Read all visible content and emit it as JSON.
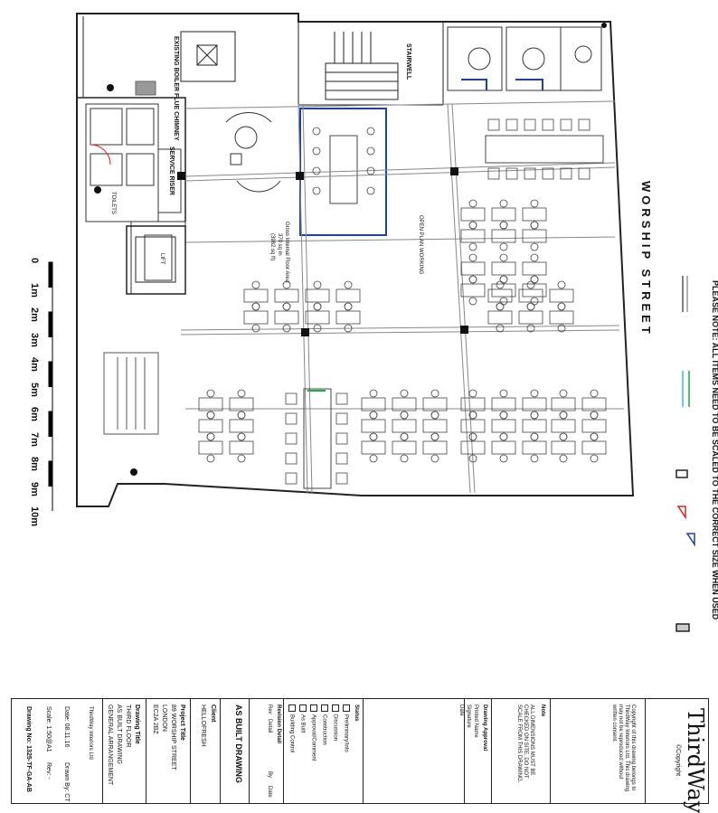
{
  "street_name": "WORSHIP STREET",
  "scale_note": "PLEASE NOTE: ALL ITEMS NEED TO BE SCALED TO THE CORRECT SIZE WHEN USED",
  "rooms": {
    "chimney": "EXISTING BOILER FLUE CHIMNEY",
    "stairwell": "STAIRWELL",
    "service_riser": "SERVICE RISER",
    "toilets": "TOILETS",
    "open_plan": "OPEN PLAN WORKING",
    "gross_area": "Gross Internal Floor Area:",
    "gross_area_value": "370 sq m",
    "gross_area_value2": "(3982 sq ft)",
    "lift": "LIFT"
  },
  "scale_bar": {
    "labels": [
      "0",
      "1m",
      "2m",
      "3m",
      "4m",
      "5m",
      "6m",
      "7m",
      "8m",
      "9m",
      "10m"
    ]
  },
  "title_block": {
    "logo": "ThirdWay",
    "copyright": "©Copyright",
    "notes_heading": "Note",
    "copyright_text": "Copyright of this drawing belongs to ThirdWay Interiors Ltd. This drawing may not be reproduced without written consent.",
    "dimension_note": "ALL DIMENSIONS MUST BE CHECKED ON SITE. DO NOT SCALE FROM THIS DRAWING.",
    "drawing_approval": "Drawing Approval",
    "approval_fields": [
      "Printed Name",
      "Signature",
      "Date"
    ],
    "status_heading": "Status",
    "status_options": [
      "Preliminary/Info",
      "Discussion",
      "Construction",
      "Approval/Comment",
      "As Built",
      "Building Control"
    ],
    "revision_heading": "Revision Detail",
    "revision_cols": [
      "Rev",
      "Detail",
      "By",
      "Date"
    ],
    "drawing_status": "AS BUILT DRAWING",
    "client_heading": "Client",
    "client": "HELLOFRESH",
    "project_heading": "Project Title",
    "project_lines": [
      "89 WORSHIP STREET",
      "LONDON",
      "EC2A 2BZ"
    ],
    "drawing_title_heading": "Drawing Title",
    "drawing_title_lines": [
      "THIRD FLOOR",
      "AS BUILT DRAWING",
      "GENERAL ARRANGEMENT"
    ],
    "date_label": "Date: 08.11.16",
    "drawn_label": "Drawn By: CT",
    "scale_label": "Scale: 1:50@A1",
    "rev_label": "Rev: -",
    "drawing_no": "Drawing No: 1325-TF-GA-AB",
    "address": "ThirdWay Interiors Ltd"
  }
}
